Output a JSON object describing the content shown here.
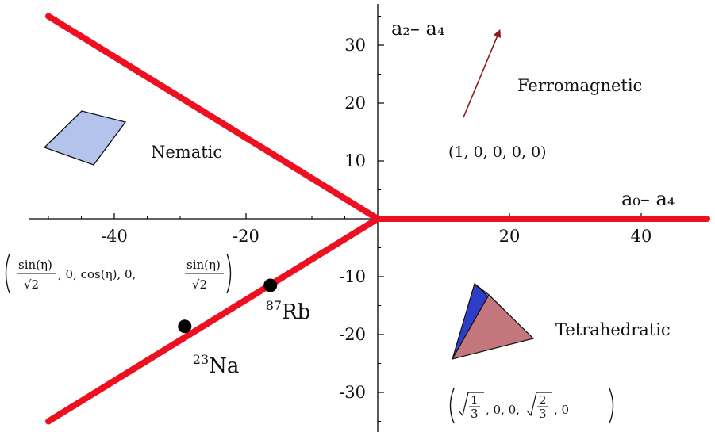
{
  "chart_data": {
    "type": "line",
    "xlabel": "a₀– a₄",
    "ylabel": "a₂– a₄",
    "xlim": [
      -50,
      50
    ],
    "ylim": [
      -36,
      36
    ],
    "x_ticks": [
      -40,
      -20,
      20,
      40
    ],
    "y_ticks": [
      30,
      20,
      10,
      -10,
      -20,
      -30
    ],
    "grid": false,
    "series": [
      {
        "x": [
          -50,
          0
        ],
        "y": [
          35,
          0
        ]
      },
      {
        "x": [
          0,
          50
        ],
        "y": [
          0,
          0
        ]
      },
      {
        "x": [
          0,
          -50
        ],
        "y": [
          0,
          -35
        ]
      }
    ],
    "points": [
      {
        "label": "Rb",
        "mass_number": "87",
        "x": -16.3,
        "y": -11.5
      },
      {
        "label": "Na",
        "mass_number": "23",
        "x": -29.3,
        "y": -18.6
      }
    ],
    "arrow": {
      "from": [
        13,
        17.5
      ],
      "to": [
        18.5,
        32.5
      ]
    },
    "regions": [
      {
        "name": "Ferromagnetic",
        "state": "(1, 0, 0, 0, 0)"
      },
      {
        "name": "Nematic",
        "state": "(sin(η)/√2, 0, cos(η), 0, sin(η)/√2)"
      },
      {
        "name": "Tetrahedratic",
        "state": "(√(1/3), 0, 0, √(2/3), 0)"
      }
    ],
    "colors": {
      "boundary": "#ee1020",
      "arrow": "#8b1a1a",
      "nematic_face": "#b3c3ec",
      "tetra_blue": "#2d3dc8",
      "tetra_green": "#b8efc8",
      "tetra_red": "#c3767c"
    }
  }
}
